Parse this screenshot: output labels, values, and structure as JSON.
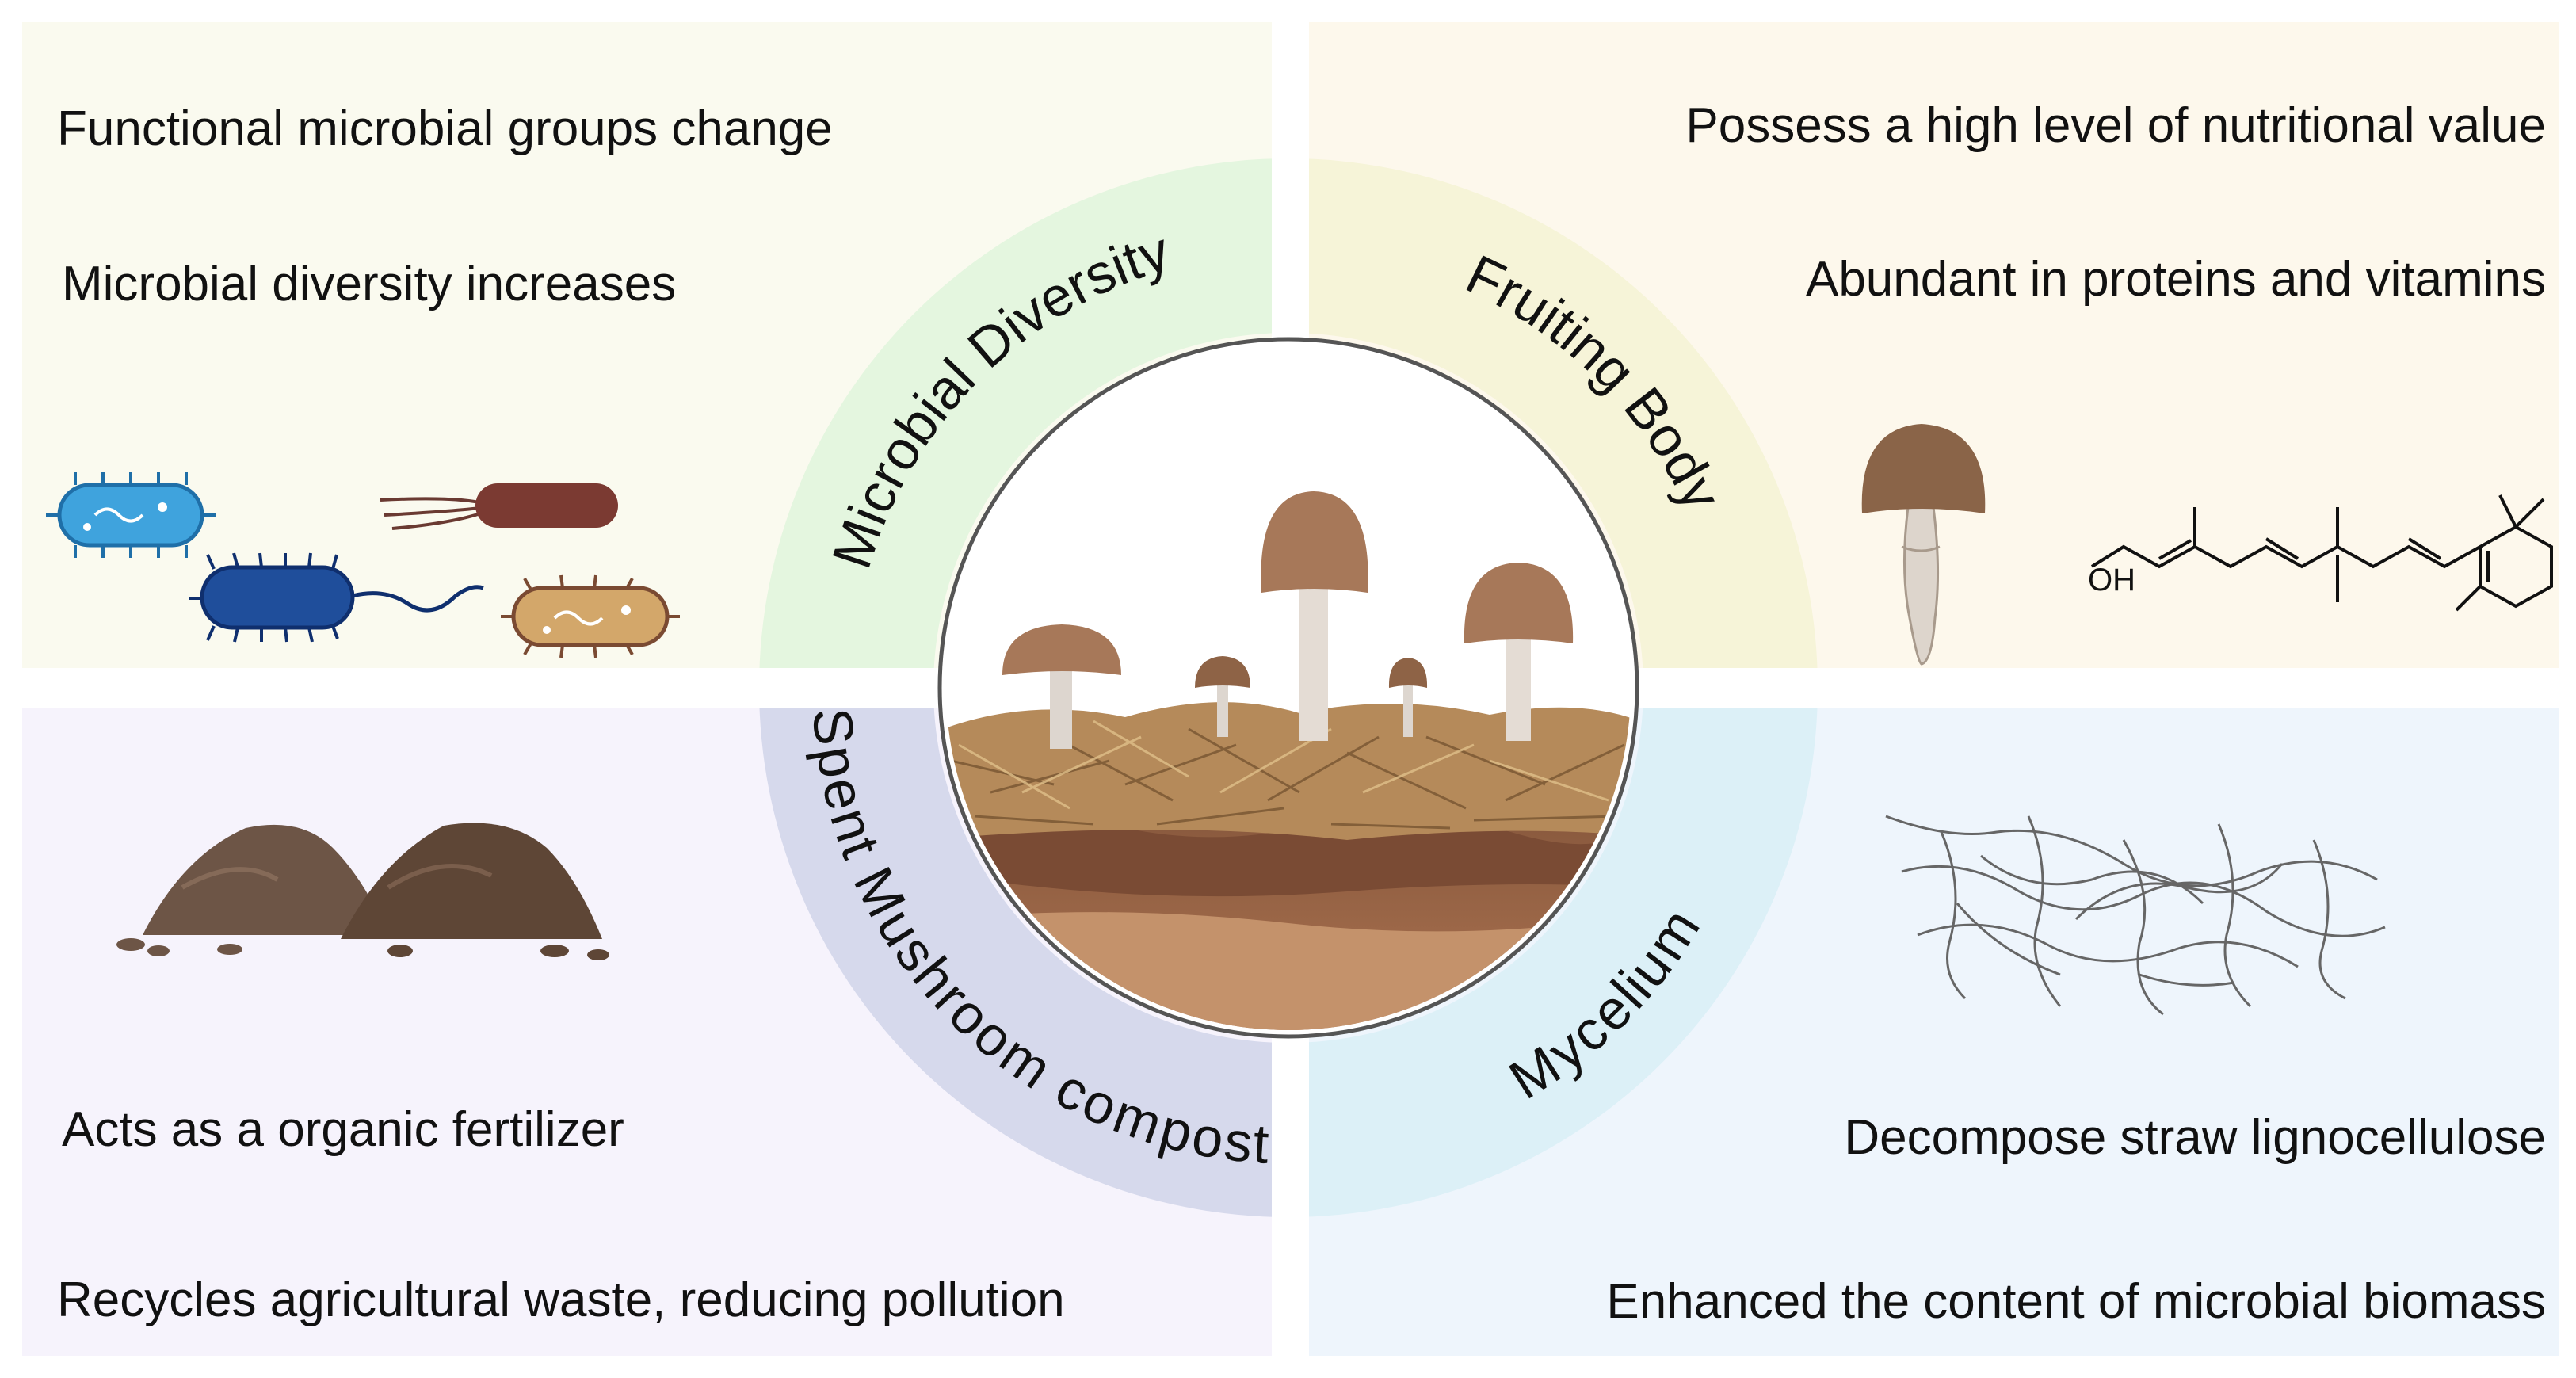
{
  "colors": {
    "panel_top_left": "#fafaef",
    "panel_top_right": "#fdf8ec",
    "panel_bottom_left": "#f6f3fc",
    "panel_bottom_right": "#eef5fc",
    "ring_microbial": "#e4f6df",
    "ring_fruiting": "#f6f4d8",
    "ring_spent": "#d6d9ec",
    "ring_mycelium": "#dcf0f7"
  },
  "quadrants": {
    "microbial_diversity": {
      "label": "Microbial Diversity",
      "line1": "Functional microbial groups change",
      "line2": "Microbial diversity increases",
      "icons": [
        "bacterium-icon",
        "bacterium-icon",
        "bacterium-icon",
        "bacterium-icon"
      ]
    },
    "fruiting_body": {
      "label": "Fruiting Body",
      "line1": "Possess a high level of nutritional value",
      "line2": "Abundant in proteins and vitamins",
      "molecule_label": "OH",
      "icons": [
        "mushroom-icon",
        "molecule-icon"
      ]
    },
    "spent_mushroom_compost": {
      "label": "Spent Mushroom compost",
      "line1": "Acts as a organic fertilizer",
      "line2": "Recycles agricultural waste, reducing pollution",
      "icons": [
        "soil-pile-icon",
        "soil-pile-icon"
      ]
    },
    "mycelium": {
      "label": "Mycelium",
      "line1": "Decompose straw lignocellulose",
      "line2": "Enhanced the content of microbial biomass",
      "icons": [
        "mycelium-network-icon"
      ]
    }
  },
  "center": {
    "icon": "mushroom-cultivation-icon"
  }
}
